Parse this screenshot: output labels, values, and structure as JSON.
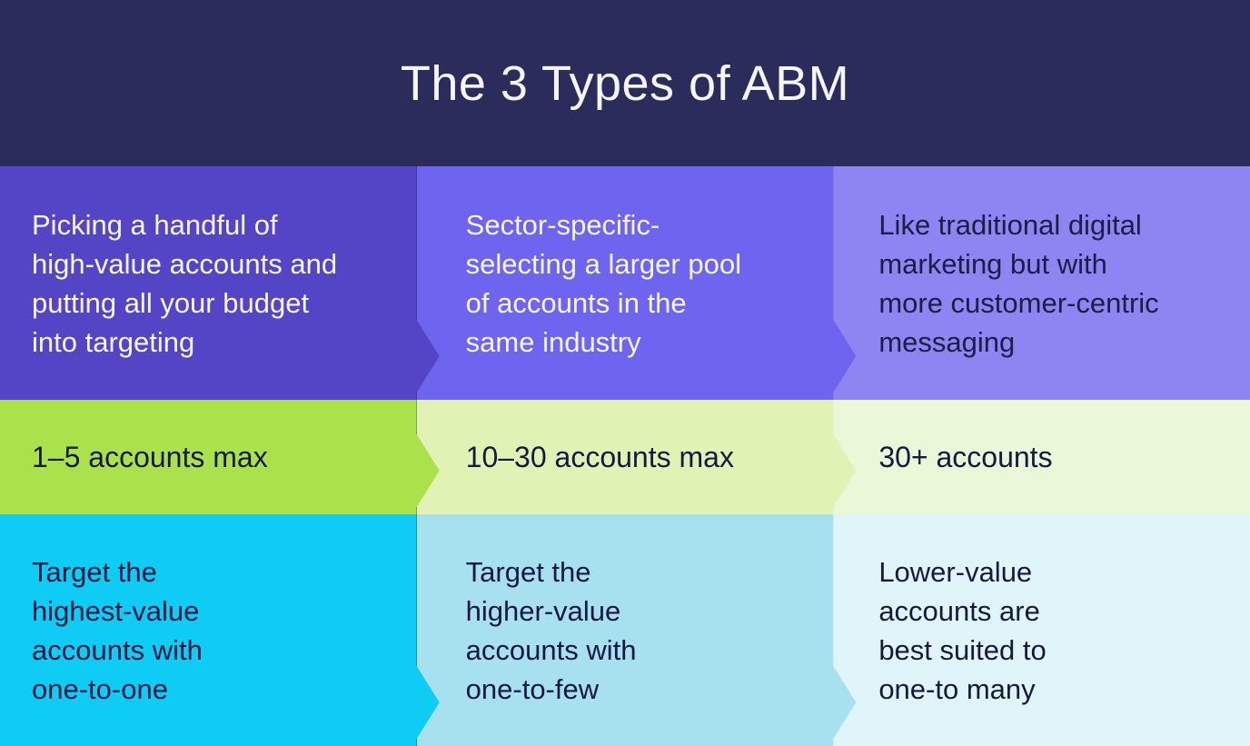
{
  "header": {
    "title": "The 3 Types of ABM",
    "bg": "#2b2c5c",
    "fg": "#f7f5ff"
  },
  "grid": {
    "rows": [
      {
        "id": "description",
        "cells": [
          {
            "text": "Picking a handful of\nhigh-value accounts and\nputting all your budget\ninto targeting",
            "bg": "#5445c7",
            "fg": "#f7f5ff"
          },
          {
            "text": "Sector-specific-\nselecting a larger pool\nof accounts in the\nsame industry",
            "bg": "#6f64ef",
            "fg": "#f7f5ff"
          },
          {
            "text": "Like traditional digital\nmarketing but with\nmore customer-centric\nmessaging",
            "bg": "#8e85f3",
            "fg": "#1d1d45"
          }
        ]
      },
      {
        "id": "account-range",
        "cells": [
          {
            "text": "1–5 accounts max",
            "bg": "#abe24b",
            "fg": "#171842"
          },
          {
            "text": "10–30 accounts max",
            "bg": "#e0f3b4",
            "fg": "#171842"
          },
          {
            "text": "30+ accounts",
            "bg": "#e9f8d7",
            "fg": "#171842"
          }
        ]
      },
      {
        "id": "targeting-approach",
        "cells": [
          {
            "text": "Target the\nhighest-value\naccounts with\none-to-one",
            "bg": "#0fccf4",
            "fg": "#171842"
          },
          {
            "text": "Target the\nhigher-value\naccounts with\none-to-few",
            "bg": "#a7e0ef",
            "fg": "#171842"
          },
          {
            "text": "Lower-value\naccounts are\nbest suited to\none-to many",
            "bg": "#dff5fa",
            "fg": "#171842"
          }
        ]
      }
    ]
  }
}
